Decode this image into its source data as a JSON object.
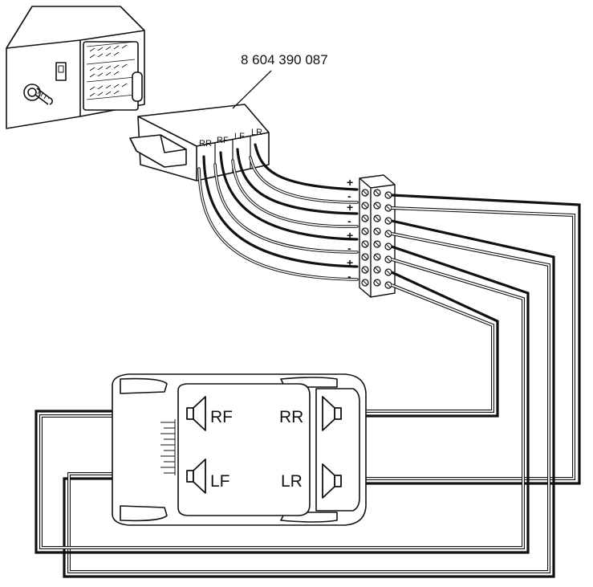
{
  "part_number": "8 604 390 087",
  "connector_channels": [
    "RR",
    "RF",
    "LF",
    "LR"
  ],
  "terminal_polarity": [
    "+",
    "-",
    "+",
    "-",
    "+",
    "-",
    "+",
    "-"
  ],
  "speaker_labels": {
    "right_front": "RF",
    "right_rear": "RR",
    "left_front": "LF",
    "left_rear": "LR"
  },
  "colors": {
    "line": "#111111",
    "wire_positive": "#111111",
    "wire_negative": "#ffffff",
    "background": "#ffffff"
  }
}
